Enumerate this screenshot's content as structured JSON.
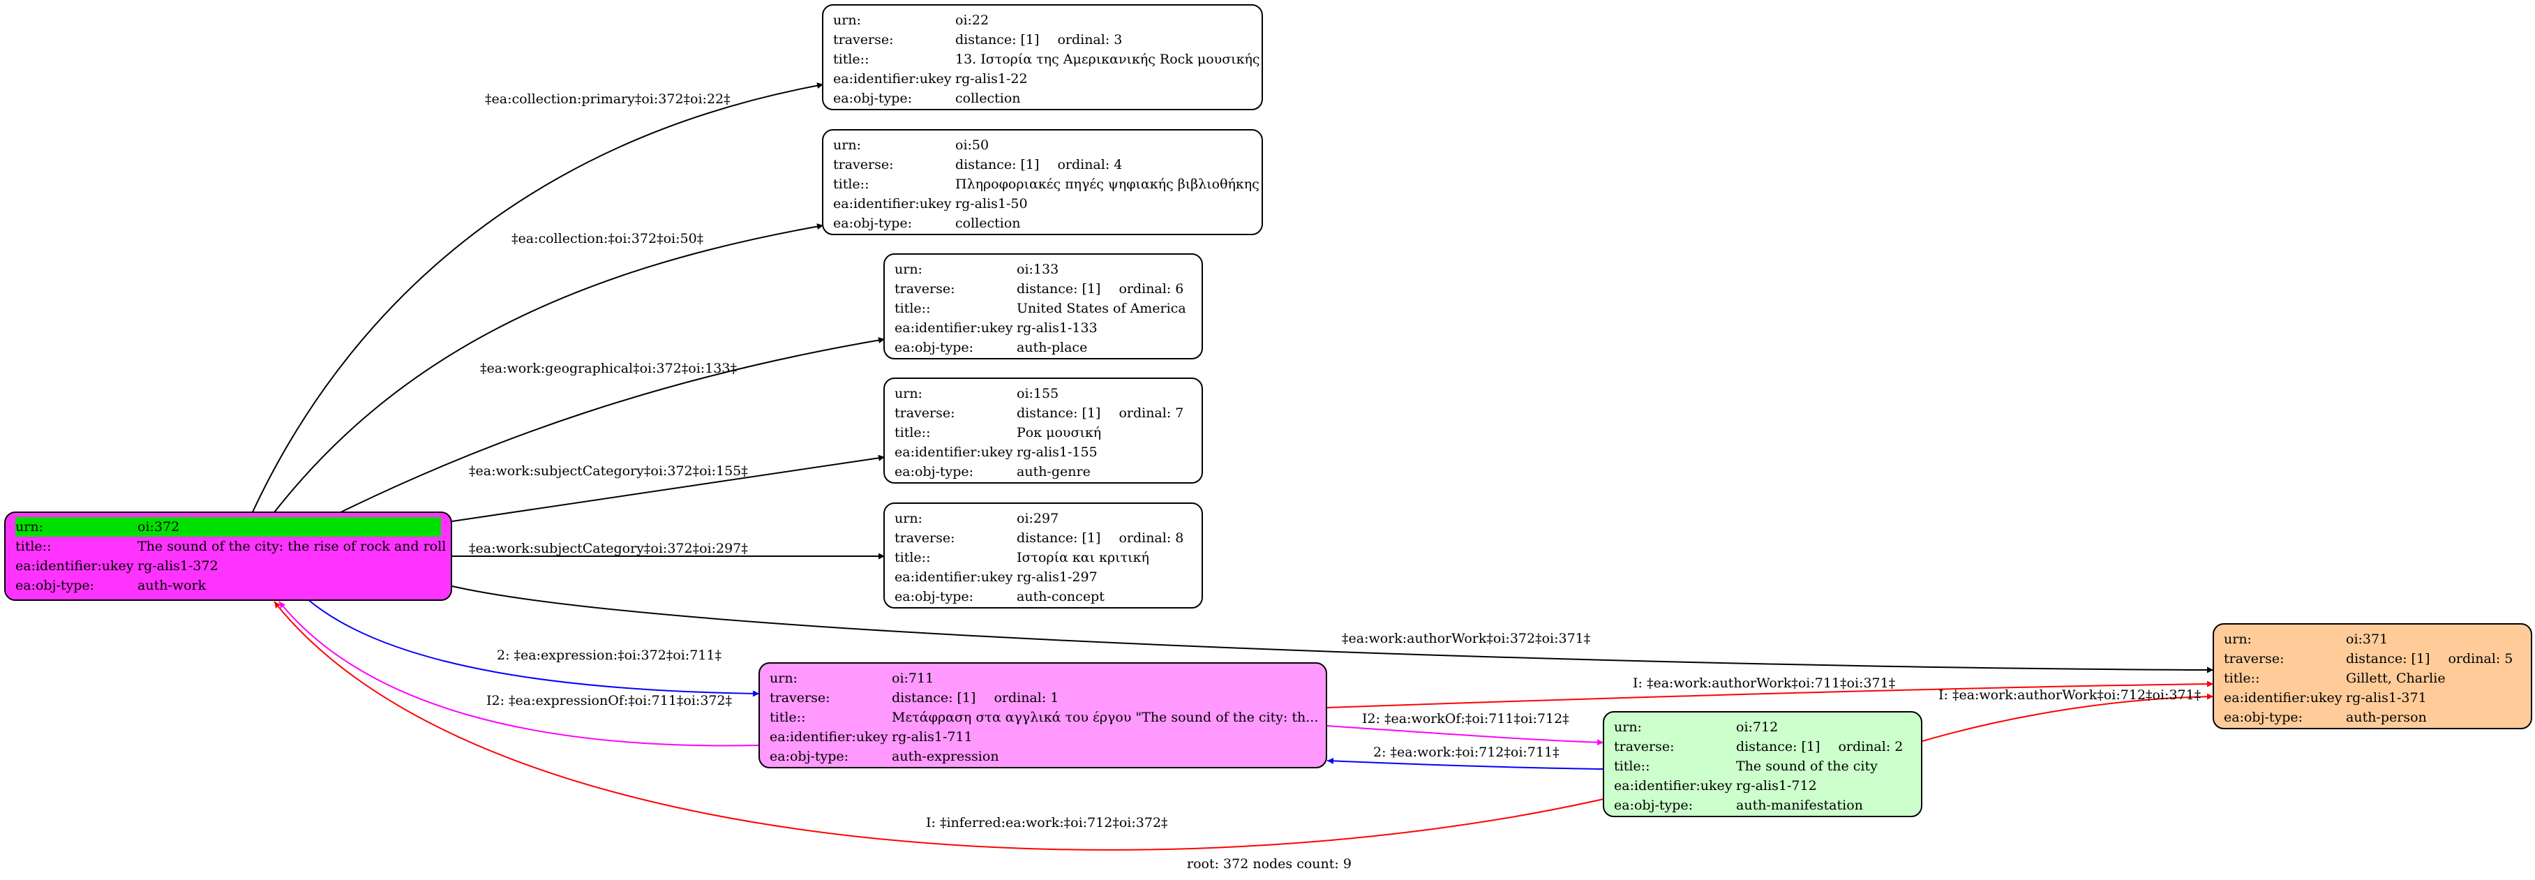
{
  "field_labels": {
    "urn": "urn:",
    "traverse": "traverse:",
    "title": "title::",
    "root_title": "title::",
    "identifier": "ea:identifier:ukey",
    "objtype": "ea:obj-type:"
  },
  "colors": {
    "root": "#ff33ff",
    "root_highlight": "#00e000",
    "expression": "#ff99ff",
    "manifestation": "#ccffcc",
    "person": "#ffcc99",
    "plain": "#ffffff",
    "edge_default": "#000000",
    "edge_expression": "#0000ff",
    "edge_expression_of": "#ff00ff",
    "edge_inferred": "#ff0000"
  },
  "nodes": [
    {
      "key": "n22",
      "urn": "oi:22",
      "distance": "distance: [1]",
      "ordinal": "ordinal: 3",
      "title": "13. Ιστορία της Αμερικανικής Rock μουσικής",
      "identifier": "rg-alis1-22",
      "objtype": "collection"
    },
    {
      "key": "n50",
      "urn": "oi:50",
      "distance": "distance: [1]",
      "ordinal": "ordinal: 4",
      "title": "Πληροφοριακές πηγές ψηφιακής βιβλιοθήκης",
      "identifier": "rg-alis1-50",
      "objtype": "collection"
    },
    {
      "key": "n133",
      "urn": "oi:133",
      "distance": "distance: [1]",
      "ordinal": "ordinal: 6",
      "title": "United States of America",
      "identifier": "rg-alis1-133",
      "objtype": "auth-place"
    },
    {
      "key": "n155",
      "urn": "oi:155",
      "distance": "distance: [1]",
      "ordinal": "ordinal: 7",
      "title": "Ροκ μουσική",
      "identifier": "rg-alis1-155",
      "objtype": "auth-genre"
    },
    {
      "key": "n297",
      "urn": "oi:297",
      "distance": "distance: [1]",
      "ordinal": "ordinal: 8",
      "title": "Ιστορία και κριτική",
      "identifier": "rg-alis1-297",
      "objtype": "auth-concept"
    },
    {
      "key": "n711",
      "urn": "oi:711",
      "distance": "distance: [1]",
      "ordinal": "ordinal: 1",
      "title": "Μετάφραση στα αγγλικά του έργου \"The sound of the city: th...",
      "identifier": "rg-alis1-711",
      "objtype": "auth-expression"
    },
    {
      "key": "n712",
      "urn": "oi:712",
      "distance": "distance: [1]",
      "ordinal": "ordinal: 2",
      "title": "The sound of the city",
      "identifier": "rg-alis1-712",
      "objtype": "auth-manifestation"
    },
    {
      "key": "n371",
      "urn": "oi:371",
      "distance": "distance: [1]",
      "ordinal": "ordinal: 5",
      "title": "Gillett, Charlie",
      "identifier": "rg-alis1-371",
      "objtype": "auth-person"
    }
  ],
  "root": {
    "urn": "oi:372",
    "title": "The sound of the city: the rise of rock and roll",
    "identifier": "rg-alis1-372",
    "objtype": "auth-work"
  },
  "edges": [
    {
      "key": "e22",
      "label": "‡ea:collection:primary‡oi:372‡oi:22‡"
    },
    {
      "key": "e50",
      "label": "‡ea:collection:‡oi:372‡oi:50‡"
    },
    {
      "key": "e133",
      "label": "‡ea:work:geographical‡oi:372‡oi:133‡"
    },
    {
      "key": "e155",
      "label": "‡ea:work:subjectCategory‡oi:372‡oi:155‡"
    },
    {
      "key": "e297",
      "label": "‡ea:work:subjectCategory‡oi:372‡oi:297‡"
    },
    {
      "key": "e371",
      "label": "‡ea:work:authorWork‡oi:372‡oi:371‡"
    },
    {
      "key": "e711",
      "label": "2: ‡ea:expression:‡oi:372‡oi:711‡"
    },
    {
      "key": "e711i",
      "label": "I2: ‡ea:expressionOf:‡oi:711‡oi:372‡"
    },
    {
      "key": "e711a",
      "label": "I: ‡ea:work:authorWork‡oi:711‡oi:371‡"
    },
    {
      "key": "e712o",
      "label": "I2: ‡ea:workOf:‡oi:711‡oi:712‡"
    },
    {
      "key": "e712w",
      "label": "2: ‡ea:work:‡oi:712‡oi:711‡"
    },
    {
      "key": "e712a",
      "label": "I: ‡ea:work:authorWork‡oi:712‡oi:371‡"
    },
    {
      "key": "e712i",
      "label": "I: ‡inferred:ea:work:‡oi:712‡oi:372‡"
    }
  ],
  "footer": "root: 372 nodes count: 9"
}
